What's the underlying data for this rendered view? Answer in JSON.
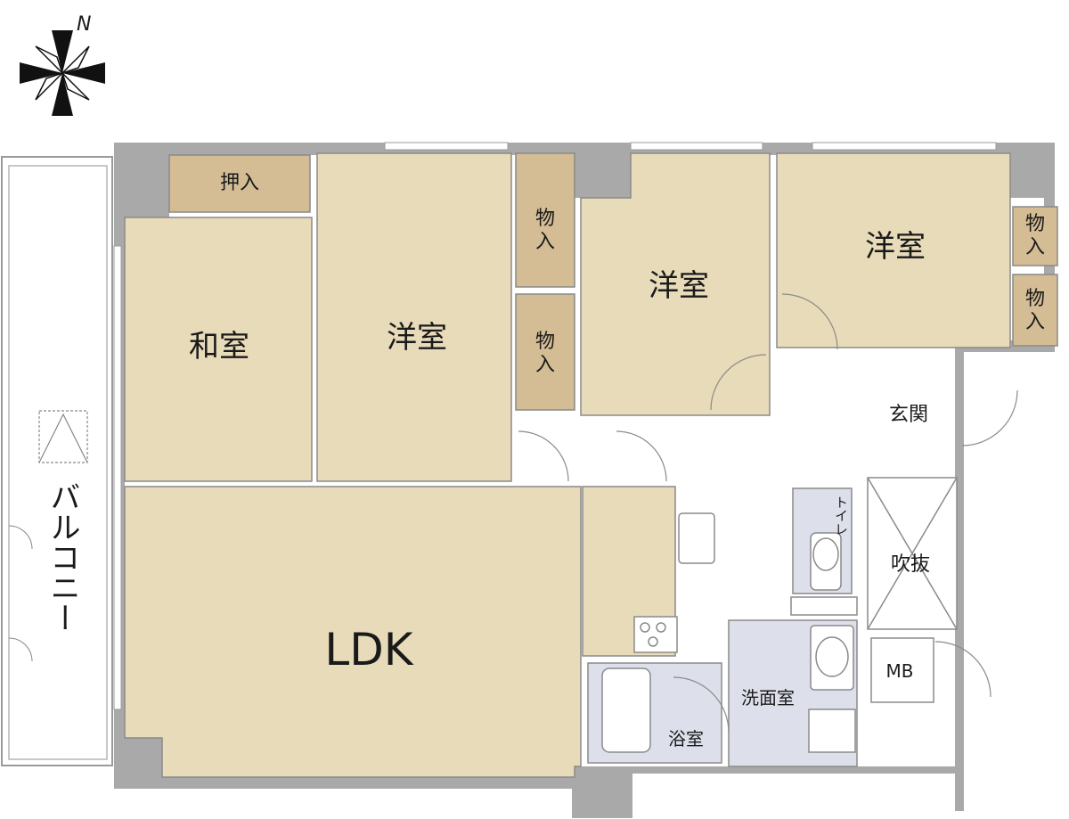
{
  "plan": {
    "compass": {
      "north_label": "N"
    },
    "rooms": {
      "washitsu": "和室",
      "yoshitsu_center": "洋室",
      "yoshitsu_mid": "洋室",
      "yoshitsu_right": "洋室",
      "ldk": "LDK",
      "genkan": "玄関",
      "fukinuke": "吹抜",
      "mb": "MB",
      "senmenshitsu": "洗面室",
      "yokushitsu": "浴室",
      "toilet": "トイレ",
      "balcony": "バルコニー"
    },
    "storage": {
      "oshiire": "押入",
      "closet_a": [
        "物",
        "入"
      ],
      "closet_b": [
        "物",
        "入"
      ],
      "closet_c": [
        "物",
        "入"
      ],
      "closet_d": [
        "物",
        "入"
      ]
    },
    "colors": {
      "room_fill": "#e8dbb9",
      "storage_fill": "#d4bc94",
      "wet_fill": "#dde0eb",
      "wall_fill": "#a9a9a9",
      "line": "#8a8a8a"
    }
  }
}
